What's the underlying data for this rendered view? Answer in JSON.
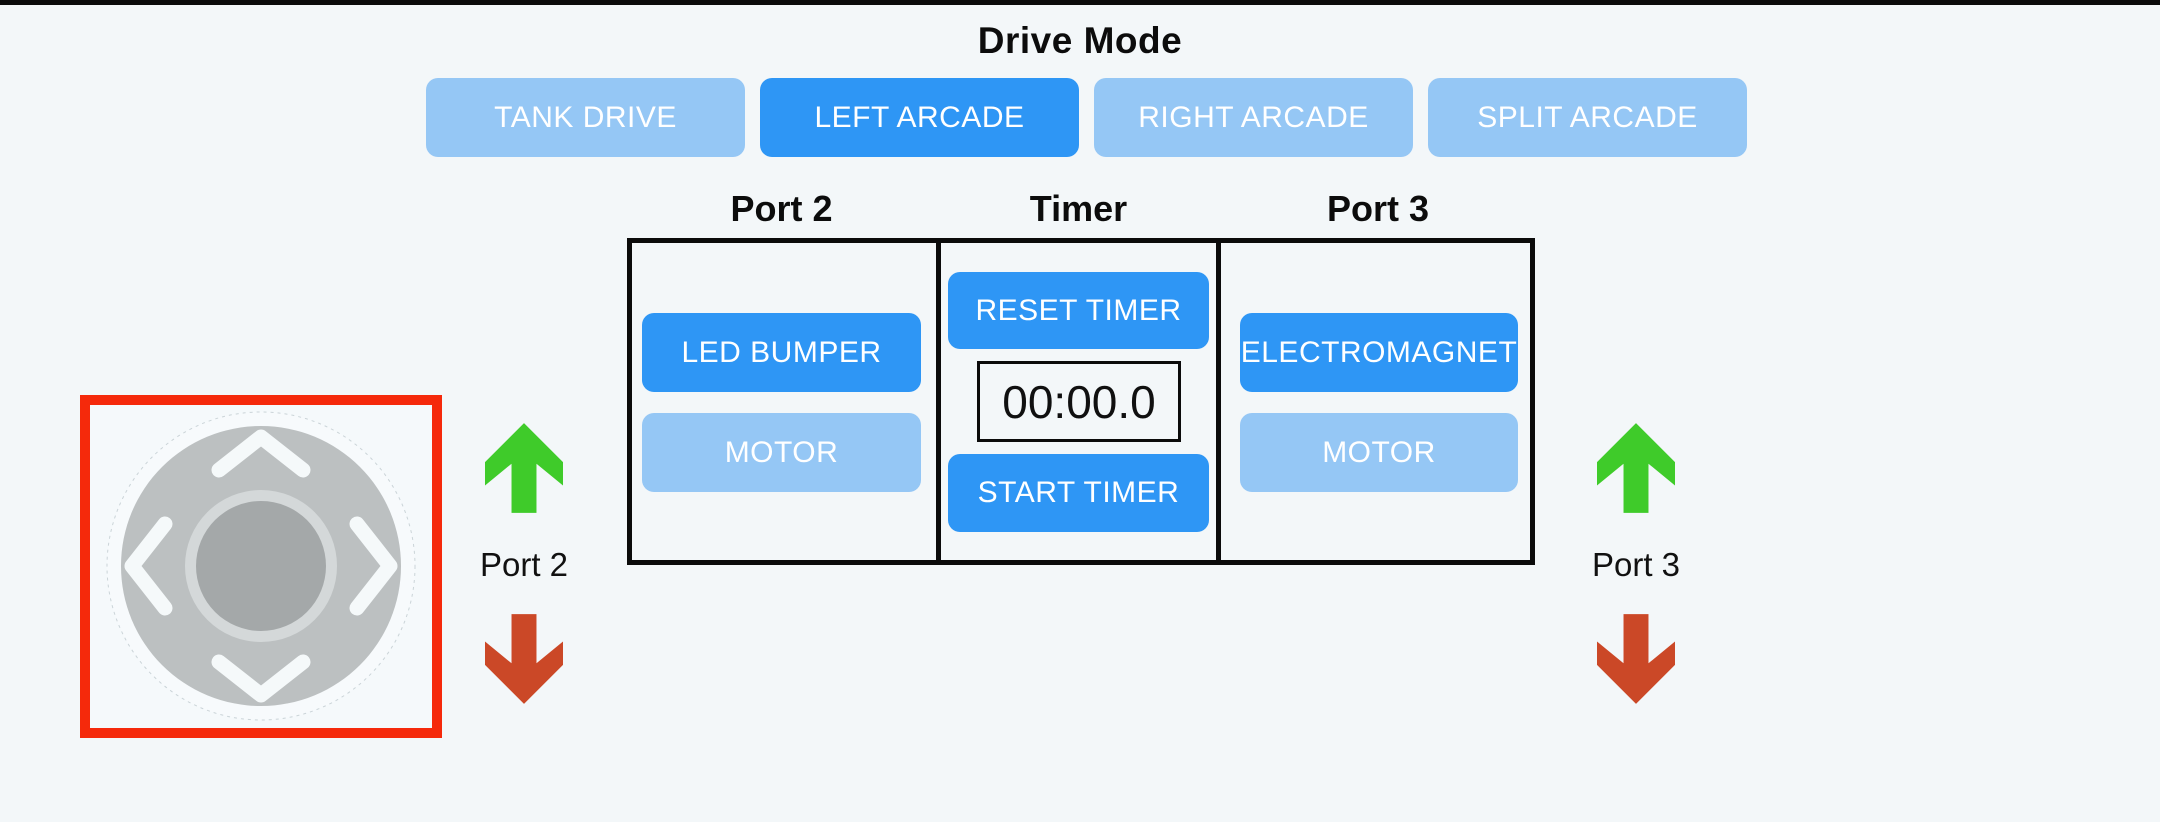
{
  "title": "Drive Mode",
  "drive_mode": {
    "buttons": [
      {
        "label": "TANK DRIVE",
        "active": false
      },
      {
        "label": "LEFT ARCADE",
        "active": true
      },
      {
        "label": "RIGHT ARCADE",
        "active": false
      },
      {
        "label": "SPLIT ARCADE",
        "active": false
      }
    ]
  },
  "panel": {
    "port2": {
      "header": "Port 2",
      "buttons": [
        {
          "label": "LED BUMPER",
          "active": true
        },
        {
          "label": "MOTOR",
          "active": false
        }
      ]
    },
    "timer": {
      "header": "Timer",
      "reset_label": "RESET TIMER",
      "display": "00:00.0",
      "start_label": "START TIMER"
    },
    "port3": {
      "header": "Port 3",
      "buttons": [
        {
          "label": "ELECTROMAGNET",
          "active": true
        },
        {
          "label": "MOTOR",
          "active": false
        }
      ]
    }
  },
  "joystick": {
    "icon": "joystick-dpad-icon",
    "selected": true
  },
  "indicators": {
    "left": {
      "label": "Port 2",
      "up_icon": "green-up-arrow-icon",
      "down_icon": "red-down-arrow-icon"
    },
    "right": {
      "label": "Port 3",
      "up_icon": "green-up-arrow-icon",
      "down_icon": "red-down-arrow-icon"
    }
  },
  "colors": {
    "background": "#F3F7F9",
    "active_button": "#2E96F5",
    "inactive_button": "#95C7F5",
    "selection_border": "#F5290B",
    "arrow_green": "#3FCB2A",
    "arrow_red": "#CB4827",
    "text_dark": "#0B0B0B",
    "button_text": "#FFFFFF"
  }
}
